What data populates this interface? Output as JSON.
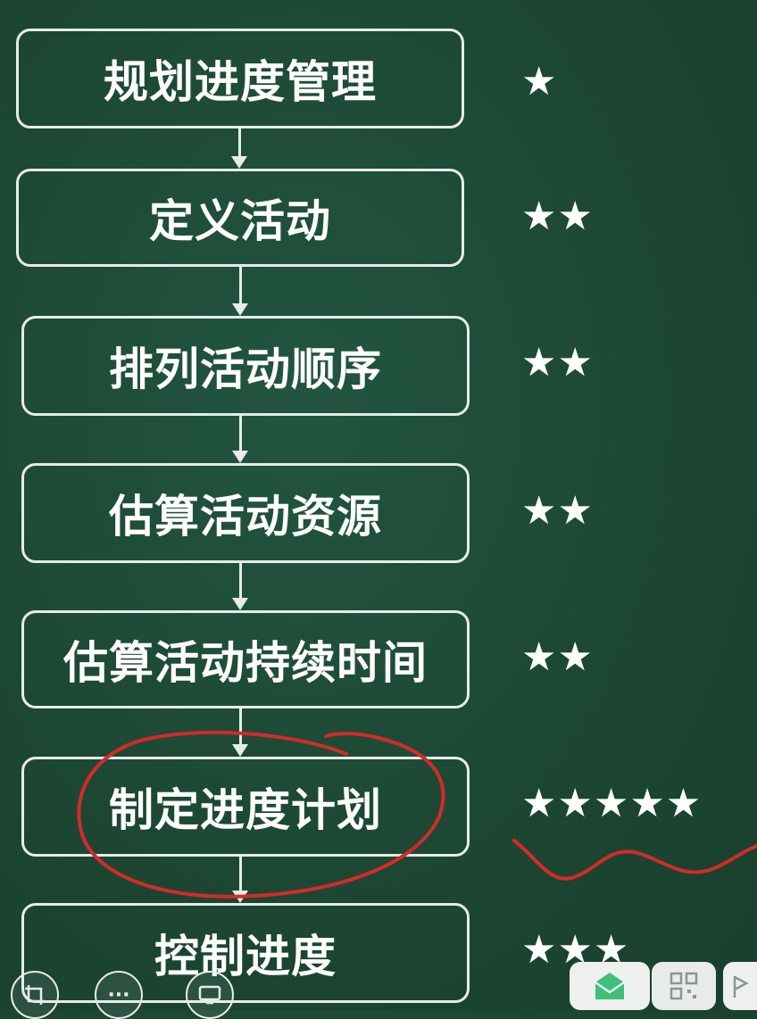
{
  "flowchart": {
    "steps": [
      {
        "label": "规划进度管理",
        "stars": "★"
      },
      {
        "label": "定义活动",
        "stars": "★★"
      },
      {
        "label": "排列活动顺序",
        "stars": "★★"
      },
      {
        "label": "估算活动资源",
        "stars": "★★"
      },
      {
        "label": "估算活动持续时间",
        "stars": "★★"
      },
      {
        "label": "制定进度计划",
        "stars": "★★★★★"
      },
      {
        "label": "控制进度",
        "stars": "★★★"
      }
    ]
  },
  "colors": {
    "board": "#1e4a36",
    "chalk": "#ffffff",
    "annotation": "#d42a2a"
  },
  "player_controls": {
    "ellipsis_label": "···",
    "icons": [
      "crop-icon",
      "more-icon",
      "screen-icon"
    ]
  },
  "floating_toolbar": {
    "icons": [
      "envelope-icon",
      "qrcode-icon",
      "flag-icon"
    ]
  }
}
